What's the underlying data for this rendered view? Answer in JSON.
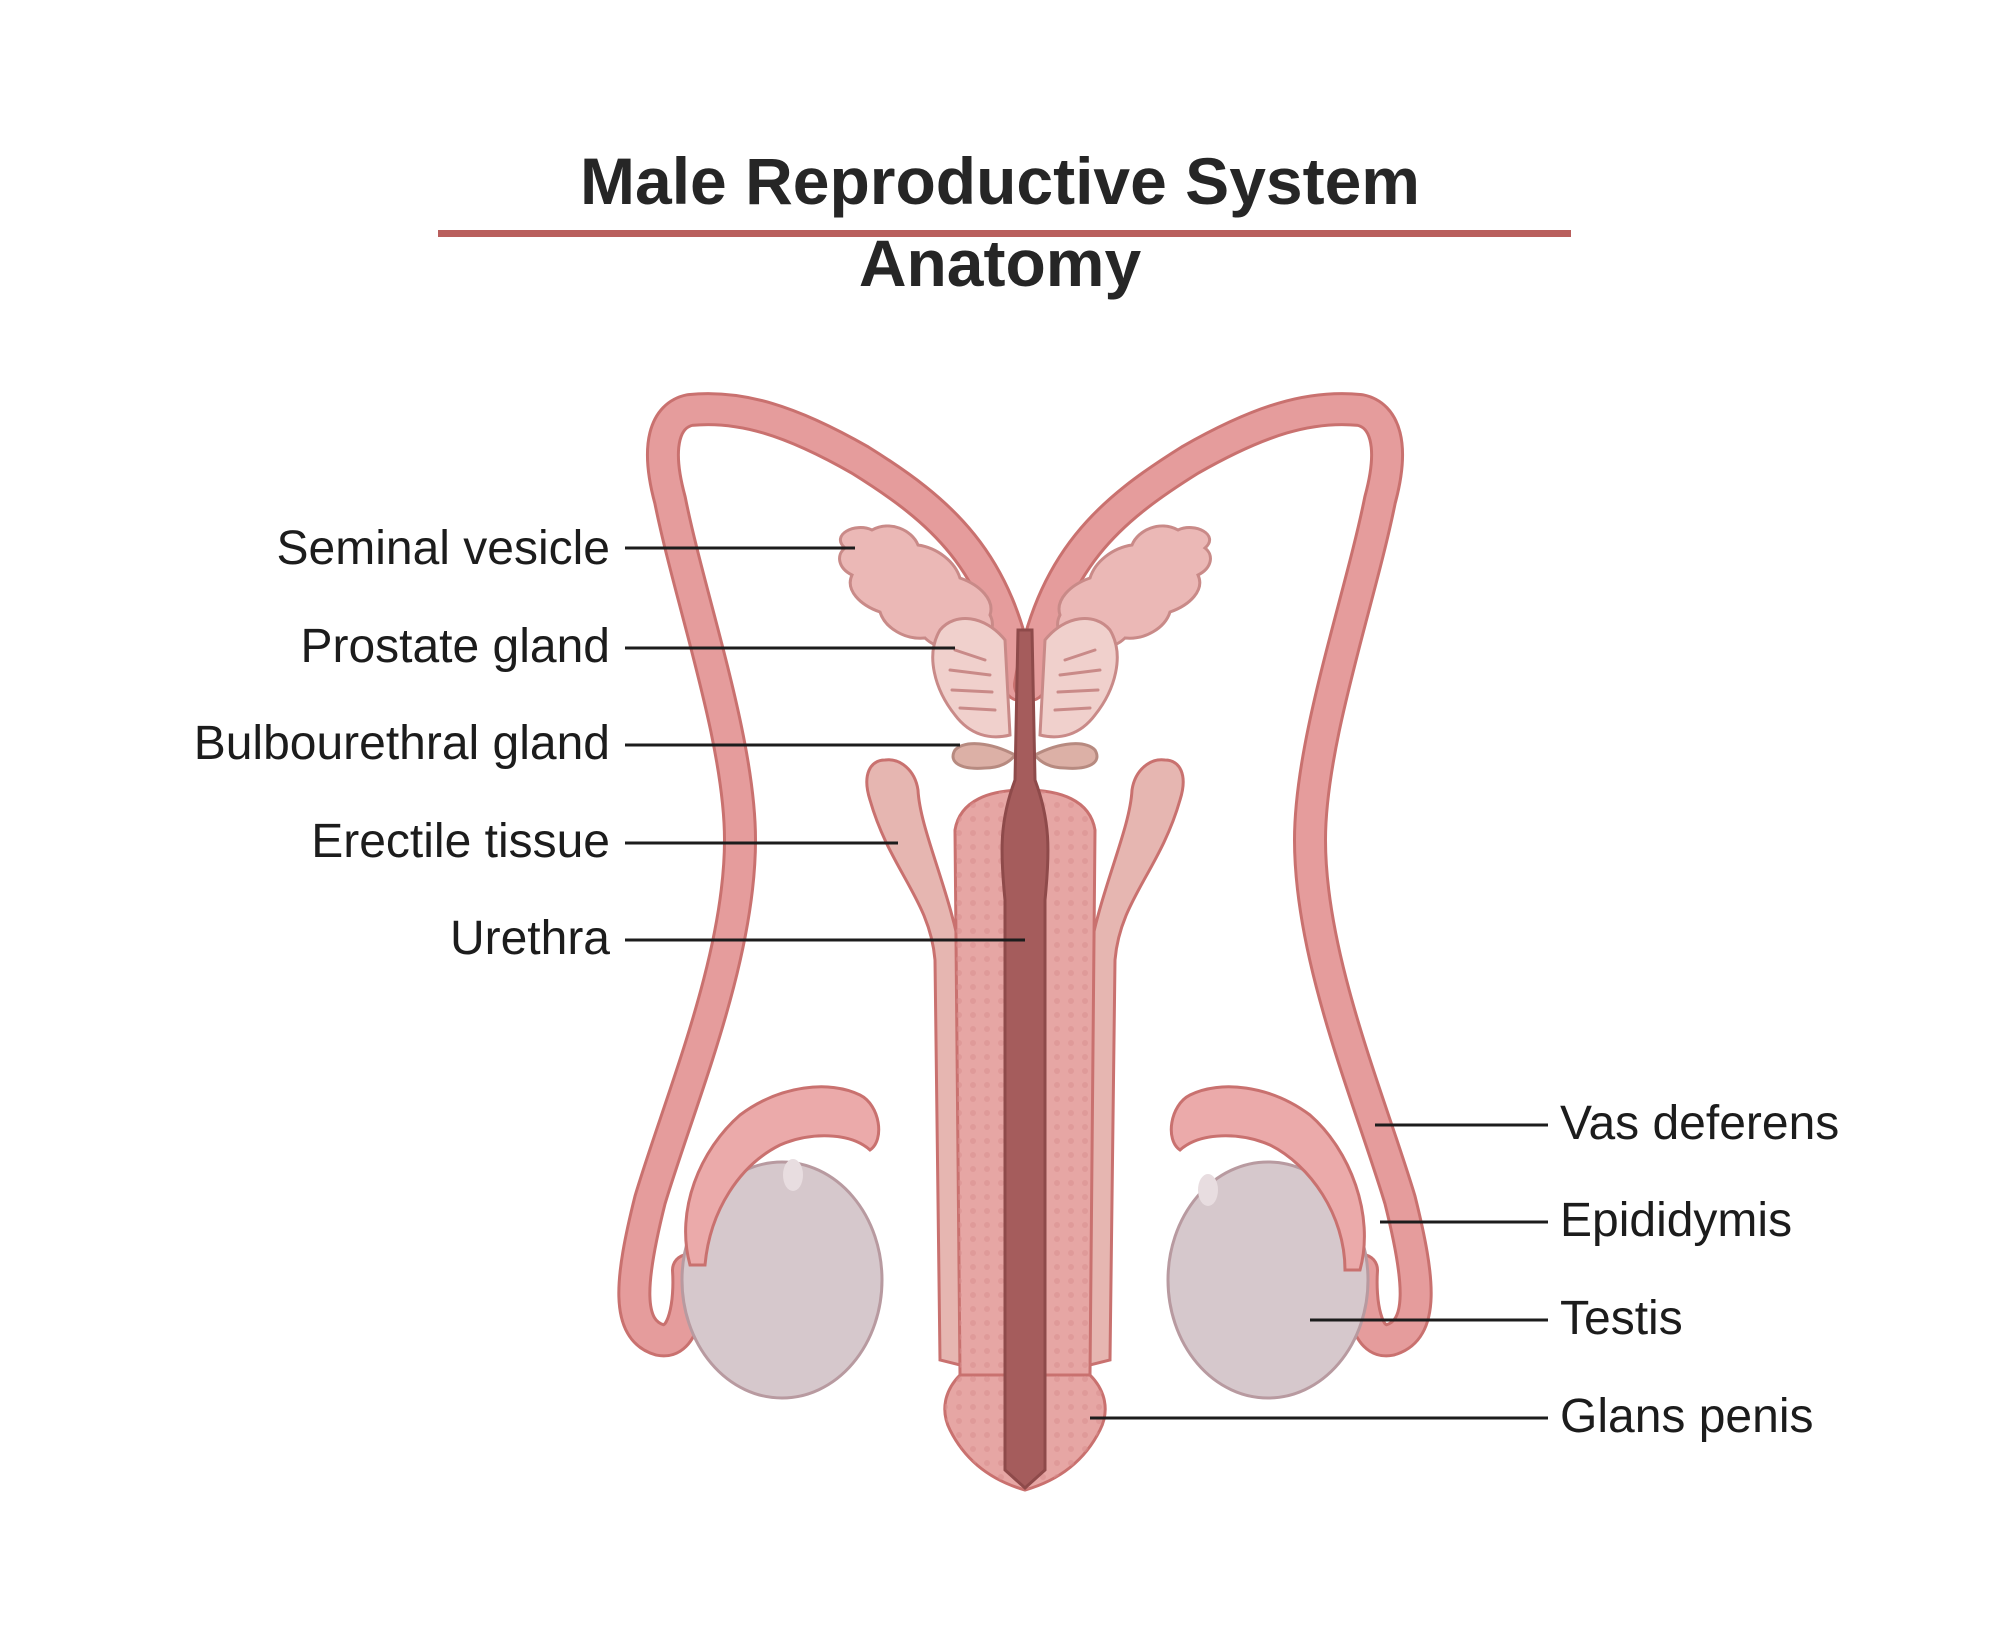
{
  "title": {
    "line1": "Male Reproductive System",
    "line2": "Anatomy"
  },
  "labels": {
    "seminal_vesicle": "Seminal vesicle",
    "prostate_gland": "Prostate gland",
    "bulbourethral_gland": "Bulbourethral gland",
    "erectile_tissue": "Erectile tissue",
    "urethra": "Urethra",
    "vas_deferens": "Vas deferens",
    "epididymis": "Epididymis",
    "testis": "Testis",
    "glans_penis": "Glans penis"
  },
  "colors": {
    "title_rule": "#b95f5d",
    "vas_deferens": "#e59c9c",
    "vas_outline": "#c9716f",
    "seminal_vesicle": "#ebb8b6",
    "prostate": "#f0d0cc",
    "bulbourethral": "#dcb0a6",
    "erectile": "#e6b6b1",
    "urethra": "#a55c5c",
    "testis": "#d6c8cc",
    "epididymis": "#ebaaaa"
  }
}
